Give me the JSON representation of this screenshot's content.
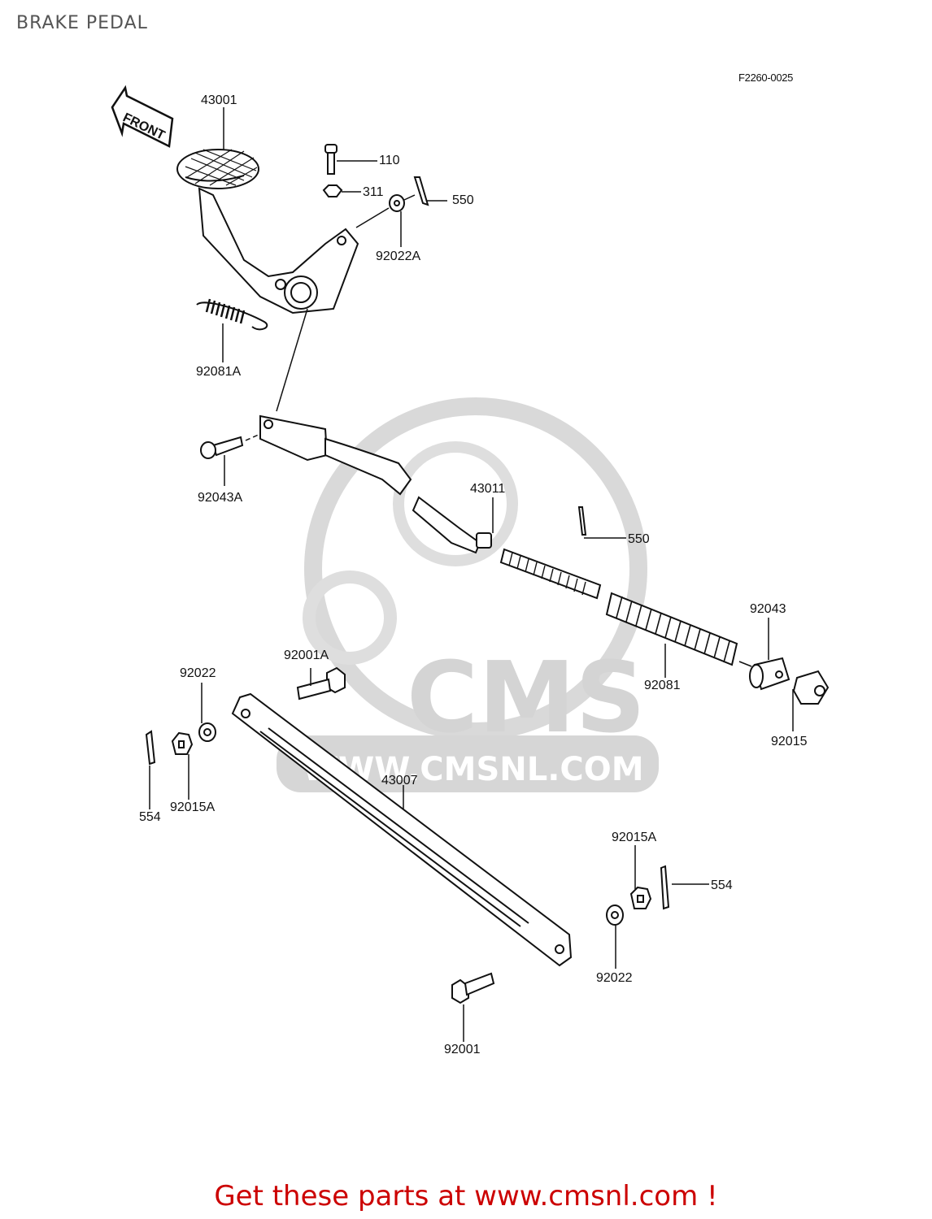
{
  "header": {
    "title": "BRAKE PEDAL",
    "figure_code": "F2260-0025"
  },
  "diagram": {
    "direction_arrow": "FRONT",
    "watermark": {
      "logo": "CMS",
      "url": "WWW.CMSNL.COM",
      "color": "#cfcfcf"
    },
    "callouts": [
      {
        "id": "c43001",
        "label": "43001"
      },
      {
        "id": "c110",
        "label": "110"
      },
      {
        "id": "c311",
        "label": "311"
      },
      {
        "id": "c550a",
        "label": "550"
      },
      {
        "id": "c92022A",
        "label": "92022A"
      },
      {
        "id": "c92081A",
        "label": "92081A"
      },
      {
        "id": "c92043A",
        "label": "92043A"
      },
      {
        "id": "c43011",
        "label": "43011"
      },
      {
        "id": "c550b",
        "label": "550"
      },
      {
        "id": "c92043",
        "label": "92043"
      },
      {
        "id": "c92081",
        "label": "92081"
      },
      {
        "id": "c92015",
        "label": "92015"
      },
      {
        "id": "c92001A",
        "label": "92001A"
      },
      {
        "id": "c92022a",
        "label": "92022"
      },
      {
        "id": "c554a",
        "label": "554"
      },
      {
        "id": "c92015Aa",
        "label": "92015A"
      },
      {
        "id": "c43007",
        "label": "43007"
      },
      {
        "id": "c92015Ab",
        "label": "92015A"
      },
      {
        "id": "c554b",
        "label": "554"
      },
      {
        "id": "c92022b",
        "label": "92022"
      },
      {
        "id": "c92001",
        "label": "92001"
      }
    ]
  },
  "footer": {
    "text": "Get these parts at www.cmsnl.com !",
    "color": "#cc0000"
  }
}
